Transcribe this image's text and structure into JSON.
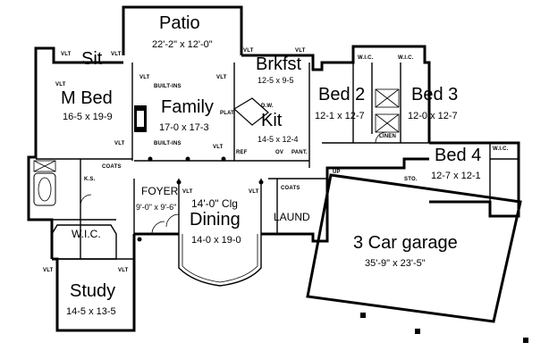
{
  "rooms": {
    "patio": {
      "name": "Patio",
      "dims": "22'-2\" x 12'-0\""
    },
    "sit": {
      "name": "Sit"
    },
    "mbed": {
      "name": "M Bed",
      "dims": "16-5 x 19-9"
    },
    "family": {
      "name": "Family",
      "dims": "17-0 x 17-3"
    },
    "brkfst": {
      "name": "Brkfst",
      "dims": "12-5 x 9-5"
    },
    "kit": {
      "name": "Kit",
      "dims": "14-5 x 12-4"
    },
    "bed2": {
      "name": "Bed 2",
      "dims": "12-1 x 12-7"
    },
    "bed3": {
      "name": "Bed 3",
      "dims": "12-0 x 12-7"
    },
    "bed4": {
      "name": "Bed 4",
      "dims": "12-7 x 12-1"
    },
    "foyer": {
      "name": "FOYER",
      "dims": "9'-0\" x 9'-6\""
    },
    "dining": {
      "name": "Dining",
      "ceiling": "14'-0\" Clg",
      "dims": "14-0 x 19-0"
    },
    "laund": {
      "name": "LAUND"
    },
    "garage": {
      "name": "3 Car garage",
      "dims": "35'-9\" x 23'-5\""
    },
    "study": {
      "name": "Study",
      "dims": "14-5 x 13-5"
    },
    "mwic": {
      "name": "W.I.C."
    }
  },
  "notes": {
    "vlt": "VLT",
    "wic": "W.I.C.",
    "built_ins": "BUILT-INS",
    "plat": "PLAT",
    "dw": "D.W.",
    "ref": "REF",
    "ov": "OV",
    "pant": "PANT.",
    "linen": "LINEN",
    "coats": "COATS",
    "ks": "K.S.",
    "up": "UP",
    "sto": "STO."
  }
}
